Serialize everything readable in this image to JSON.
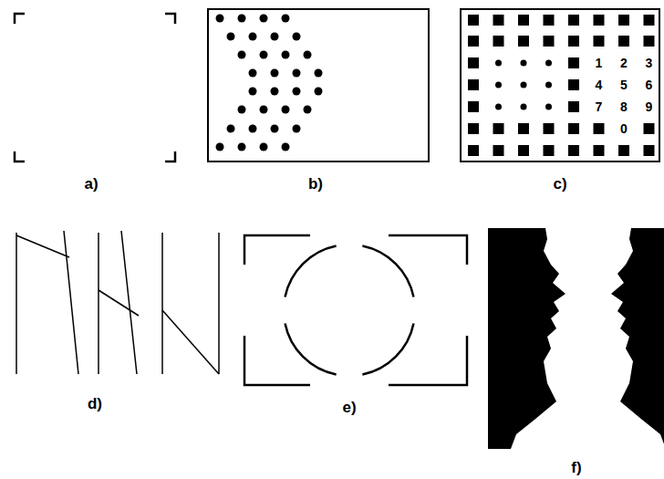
{
  "diagram": {
    "labels": [
      "1",
      "2",
      "3",
      "4",
      "5",
      "6",
      "7",
      "8",
      "9",
      "0",
      "a)",
      "b)",
      "c)",
      "d)",
      "e)",
      "f)"
    ]
  }
}
